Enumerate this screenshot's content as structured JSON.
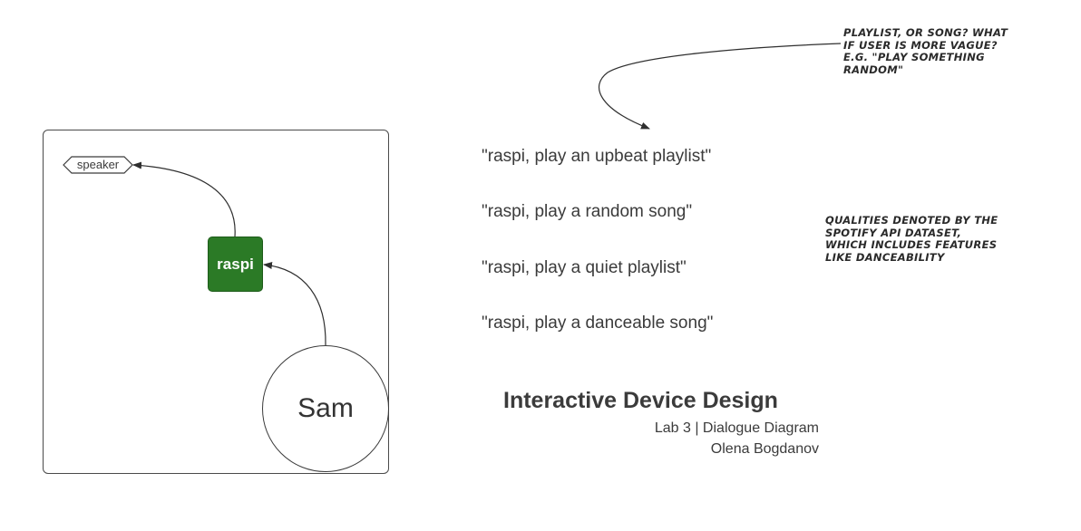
{
  "diagram": {
    "nodes": {
      "speaker": "speaker",
      "raspi": "raspi",
      "sam": "Sam"
    },
    "colors": {
      "raspi_fill": "#2b7a26",
      "stroke": "#3b3b3b"
    },
    "edges": [
      {
        "from": "Sam",
        "to": "raspi"
      },
      {
        "from": "raspi",
        "to": "speaker"
      }
    ]
  },
  "utterances": [
    "\"raspi, play an upbeat playlist\"",
    "\"raspi, play a random song\"",
    "\"raspi, play a quiet playlist\"",
    "\"raspi, play a danceable song\""
  ],
  "notes": {
    "vague_request": "PLAYLIST, OR SONG? WHAT\nIF USER IS MORE VAGUE?\nE.G. \"PLAY SOMETHING\nRANDOM\"",
    "qualities": "QUALITIES DENOTED BY THE\nSPOTIFY API DATASET,\nWHICH INCLUDES FEATURES\nLIKE DANCEABILITY"
  },
  "footer": {
    "title": "Interactive Device Design",
    "subtitle": "Lab 3 | Dialogue Diagram",
    "author": "Olena Bogdanov"
  }
}
